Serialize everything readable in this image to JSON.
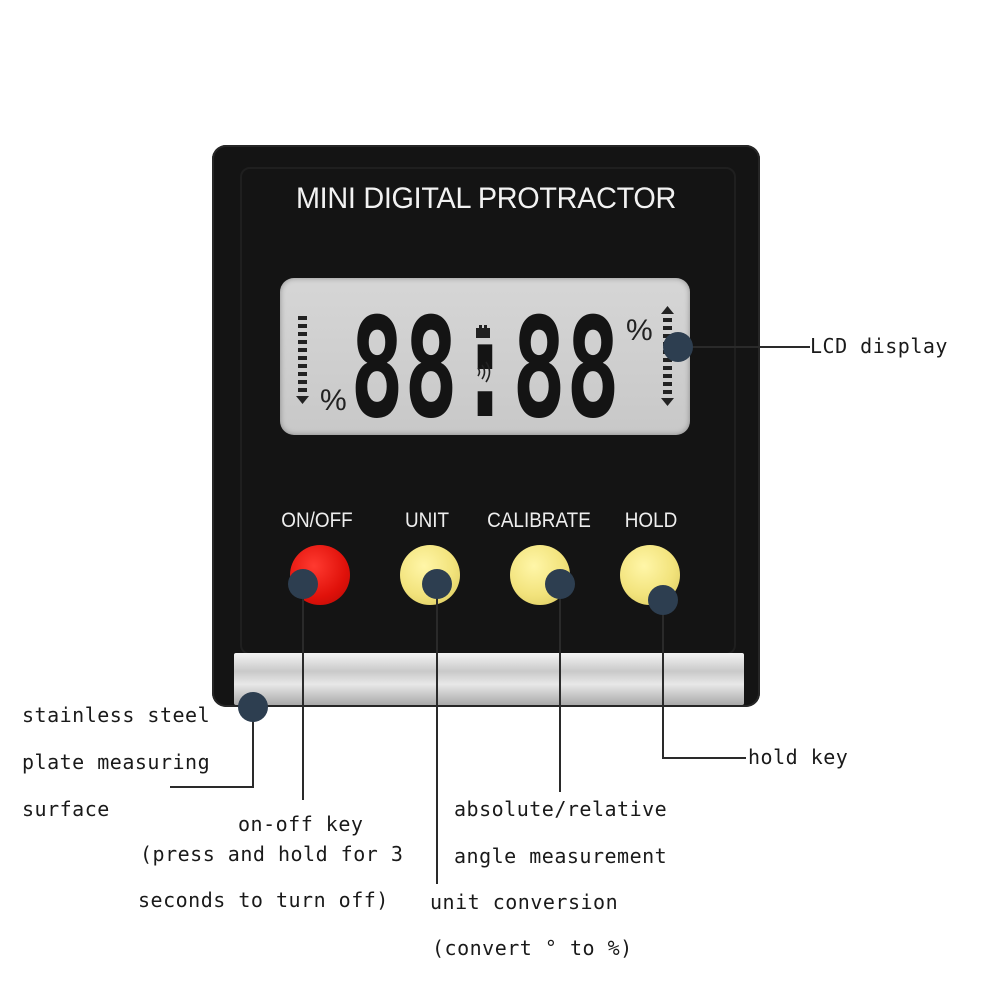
{
  "device": {
    "title": "MINI DIGITAL PROTRACTOR",
    "lcd_reading": "88:88",
    "lcd_percent_left": "%",
    "lcd_percent_right": "%",
    "keys": [
      {
        "label": "ON/OFF",
        "color": "#e0110a"
      },
      {
        "label": "UNIT",
        "color": "#f2e37c"
      },
      {
        "label": "CALIBRATE",
        "color": "#f2e37c"
      },
      {
        "label": "HOLD",
        "color": "#f2e37c"
      }
    ]
  },
  "annotations": {
    "lcd": "LCD display",
    "steel": [
      "stainless steel",
      "plate measuring",
      "surface"
    ],
    "onoff": [
      "on-off key",
      "(press and hold for 3",
      "seconds to turn off)"
    ],
    "unit": [
      "unit conversion",
      "(convert ° to %)"
    ],
    "calibrate": [
      "absolute/relative",
      "angle measurement"
    ],
    "hold": "hold key"
  },
  "colors": {
    "marker": "#2d3e50",
    "device_body": "#141414",
    "lcd_background": "#d0d0d0",
    "lcd_digits": "#111111"
  }
}
